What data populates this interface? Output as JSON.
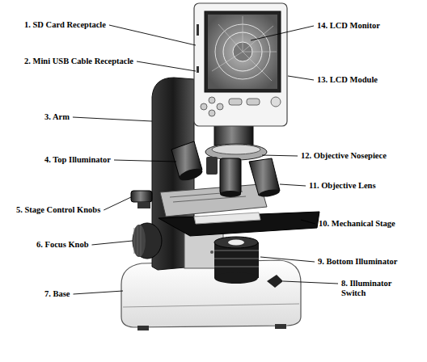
{
  "diagram": {
    "labels": [
      "1. SD Card Receptacle",
      "2. Mini USB Cable Receptacle",
      "3. Arm",
      "4. Top Illuminator",
      "5. Stage Control Knobs",
      "6. Focus Knob",
      "7. Base",
      "8. Illuminator Switch",
      "9. Bottom Illuminator",
      "10. Mechanical Stage",
      "11. Objective Lens",
      "12. Objective Nosepiece",
      "13. LCD Module",
      "14. LCD Monitor"
    ]
  }
}
